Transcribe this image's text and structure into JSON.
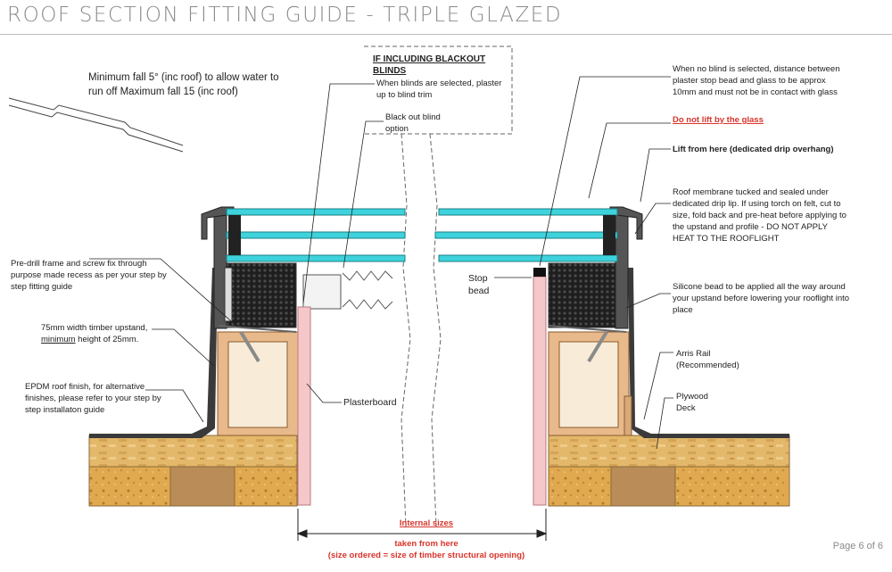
{
  "title": "ROOF SECTION FITTING GUIDE - TRIPLE GLAZED",
  "page_label": "Page 6 of 6",
  "labels": {
    "fall_note": "Minimum fall 5° (inc roof) to allow water to run off Maximum fall 15  (inc roof)",
    "blackout_heading": "IF INCLUDING BLACKOUT BLINDS",
    "blinds_note": "When blinds are selected, plaster up to blind trim",
    "blind_option": "Black out blind option",
    "no_blind_note": "When no blind is selected, distance between plaster stop bead and glass to be approx 10mm and must not be in contact with glass",
    "do_not_lift": "Do not lift by the glass",
    "lift_from_here": "Lift from here (dedicated drip overhang)",
    "membrane_note": "Roof membrane tucked and sealed under dedicated drip lip. If using torch on felt, cut to size, fold back and pre-heat before applying to the upstand and profile - DO NOT APPLY HEAT TO THE ROOFLIGHT",
    "predrill_note": "Pre-drill frame and screw fix through purpose made recess as per your step by step fitting guide",
    "stop_bead": "Stop bead",
    "silicone_note": "Silicone bead to be applied all the way around your upstand before lowering your rooflight into place",
    "upstand_note_prefix": "75mm width timber upstand, ",
    "upstand_note_min": "minimum",
    "upstand_note_suffix": " height of 25mm.",
    "arris_rail": "Arris Rail (Recommended)",
    "plasterboard": "Plasterboard",
    "epdm_note": "EPDM roof finish, for alternative finishes, please refer to your step by step installaton guide",
    "plywood_deck": "Plywood Deck",
    "internal_sizes": "Internal sizes",
    "taken_from_here": "taken from here",
    "size_ordered": "(size ordered = size of timber structural opening)"
  },
  "colors": {
    "glass": "#3ed3dc",
    "frame": "#444444",
    "timber": "#e7b98d",
    "timber_core": "#f7ead6",
    "osb": "#e5bd72",
    "plaster": "#f6c7c9",
    "warning_red": "#d9342b"
  }
}
